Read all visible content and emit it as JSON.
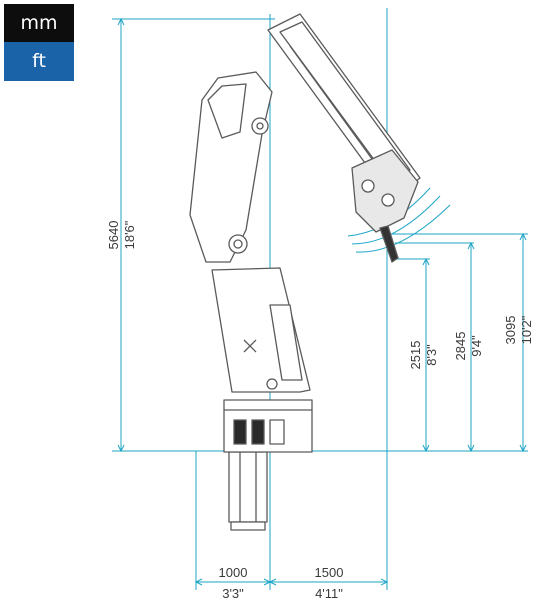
{
  "unit_toggle": {
    "mm_label": "mm",
    "ft_label": "ft"
  },
  "colors": {
    "dimension": "#1ea6c6",
    "line": "#5a5a5a",
    "toggle_dark": "#0d0d0d",
    "toggle_blue": "#1a63a8"
  },
  "dimensions": {
    "overall_height": {
      "mm": "5640",
      "ft": "18'6\""
    },
    "tip_height_1": {
      "mm": "2515",
      "ft": "8'3\""
    },
    "tip_height_2": {
      "mm": "2845",
      "ft": "9'4\""
    },
    "tip_height_3": {
      "mm": "3095",
      "ft": "10'2\""
    },
    "width_left": {
      "mm": "1000",
      "ft": "3'3\""
    },
    "width_right": {
      "mm": "1500",
      "ft": "4'11\""
    }
  }
}
